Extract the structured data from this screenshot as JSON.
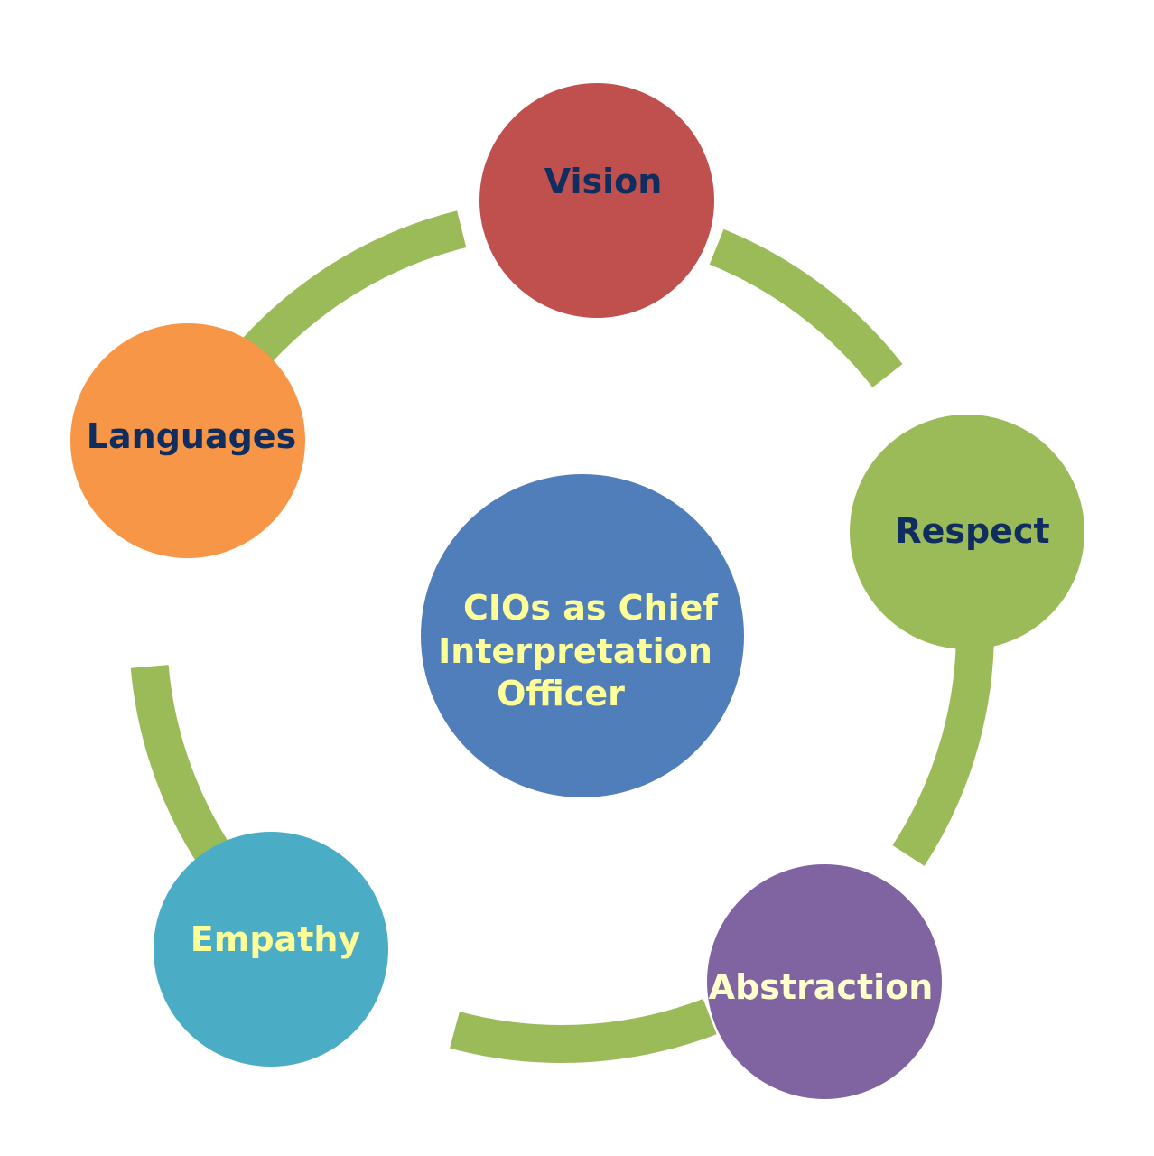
{
  "diagram": {
    "center": {
      "lines": [
        "CIOs as Chief",
        "Interpretation",
        "Officer"
      ],
      "fill": "#4F7EBA",
      "text_color": "#FFFF99"
    },
    "nodes": [
      {
        "label": "Vision",
        "fill": "#C0504D",
        "text_color": "#0F2D5E"
      },
      {
        "label": "Respect",
        "fill": "#9BBB59",
        "text_color": "#0F2D5E"
      },
      {
        "label": "Abstraction",
        "fill": "#8064A2",
        "text_color": "#FFFFCC"
      },
      {
        "label": "Empathy",
        "fill": "#4BACC6",
        "text_color": "#FFFF99"
      },
      {
        "label": "Languages",
        "fill": "#F79646",
        "text_color": "#0F2D5E"
      }
    ],
    "connector_color": "#9BBB59"
  }
}
